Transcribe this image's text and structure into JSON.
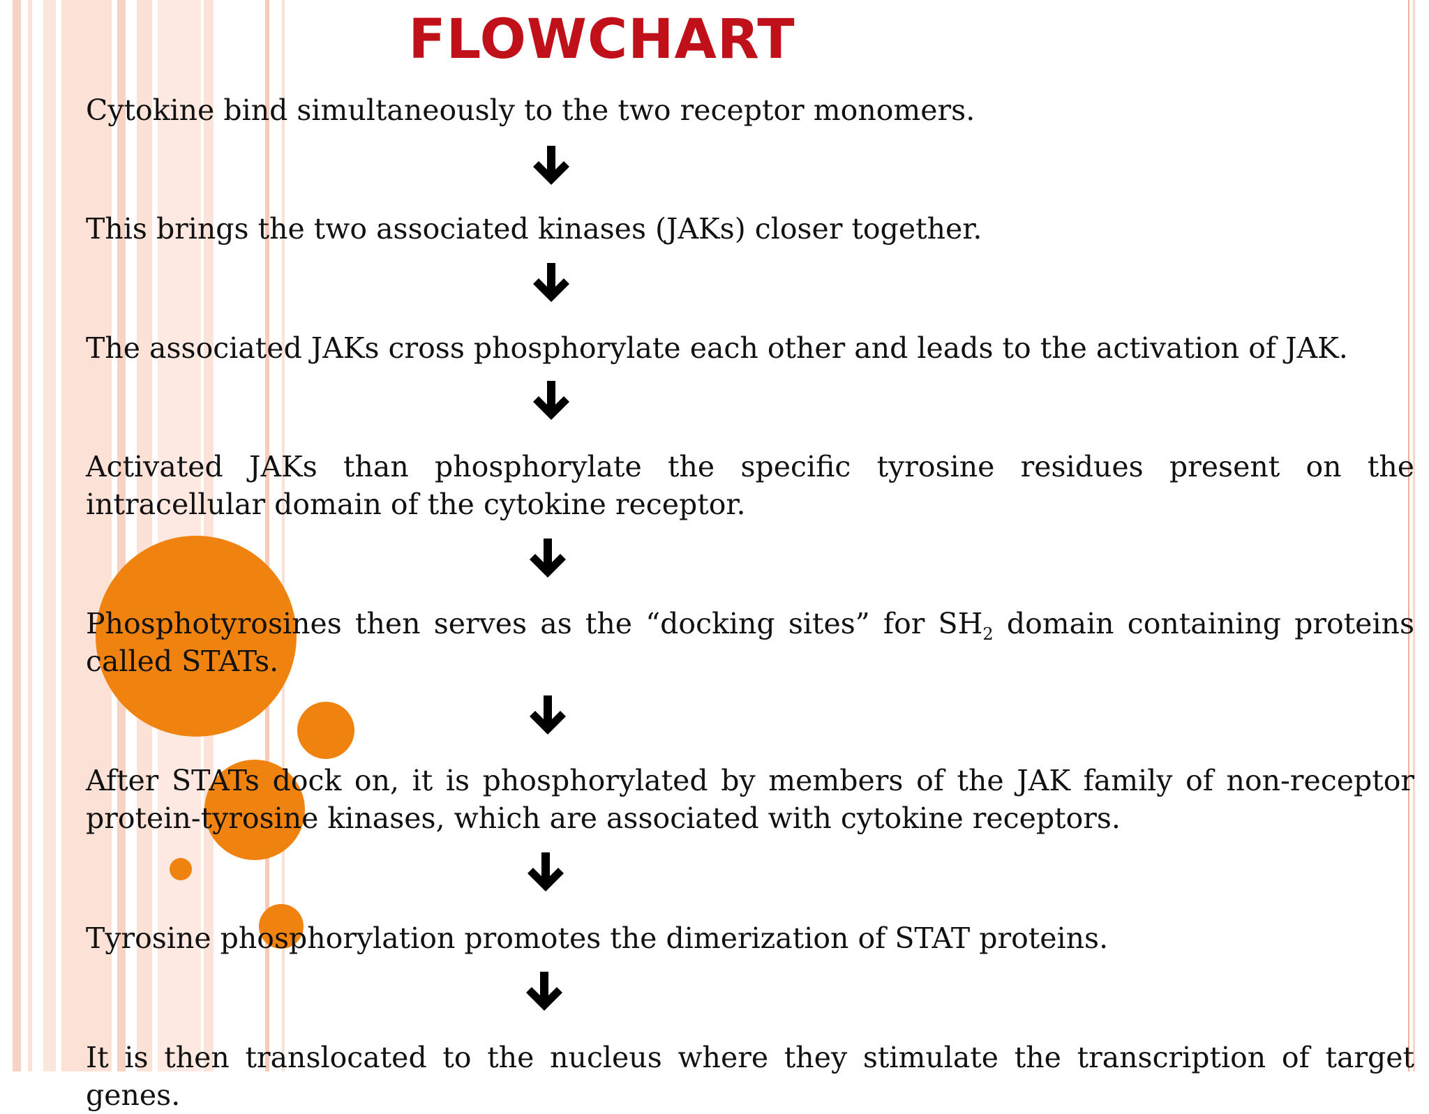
{
  "title": "FLOWCHART",
  "steps": [
    {
      "text": "Cytokine bind simultaneously to the two receptor monomers."
    },
    {
      "text": "This brings the two associated kinases (JAKs) closer together."
    },
    {
      "text": "The associated JAKs cross phosphorylate each other and leads to the activation of JAK."
    },
    {
      "text": "Activated JAKs than phosphorylate the specific tyrosine residues present on the intracellular domain of the cytokine receptor."
    },
    {
      "text_before": "Phosphotyrosines then serves as the “docking sites” for SH",
      "subscript": "2",
      "text_after": " domain containing proteins called STATs."
    },
    {
      "text": "After STATs dock on, it is phosphorylated by members of the JAK family of non-receptor protein-tyrosine kinases, which are associated with cytokine receptors."
    },
    {
      "text": "Tyrosine phosphorylation promotes the dimerization of STAT proteins."
    },
    {
      "text": "It is then translocated to the nucleus where they stimulate the transcription of target genes."
    }
  ],
  "colors": {
    "title": "#c0101a",
    "accent_circle": "#f0820f",
    "stripe": "#f7d3c6"
  },
  "icons": {
    "arrow": "down-arrow-icon"
  }
}
